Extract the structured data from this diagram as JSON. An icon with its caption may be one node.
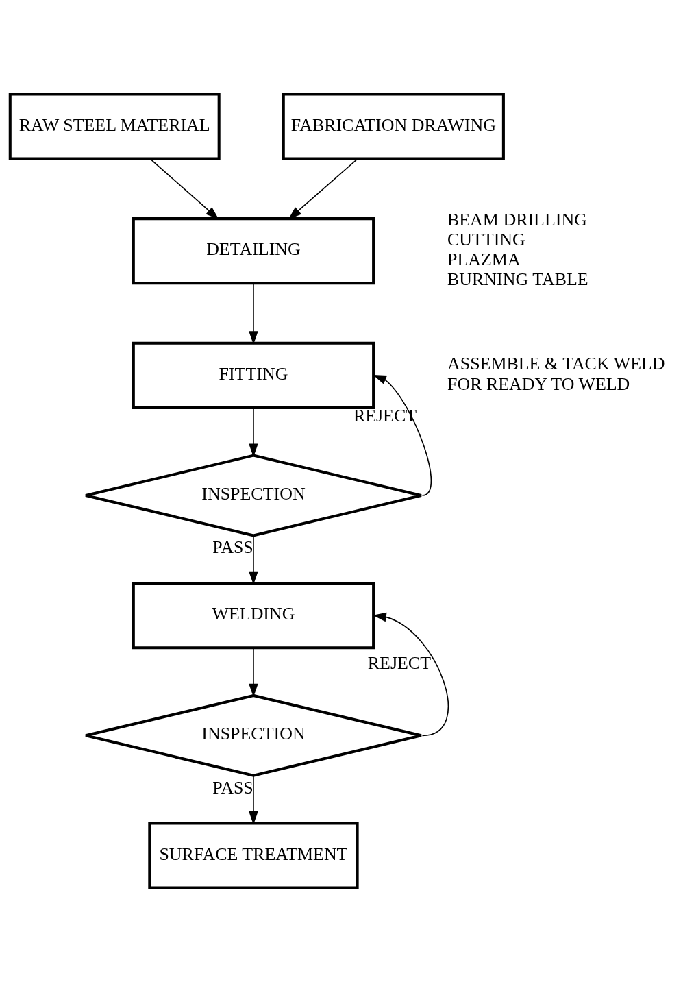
{
  "diagram": {
    "nodes": [
      {
        "text": [
          "RAW STEEL MATERIAL"
        ]
      },
      {
        "text": [
          "FABRICATION DRAWING"
        ]
      },
      {
        "text": [
          "DETAILING"
        ],
        "beside": [
          "BEAM DRILLING",
          "CUTTING",
          "PLAZMA",
          "BURNING TABLE"
        ]
      },
      {
        "text": [
          "FITTING"
        ],
        "beside": [
          "ASSEMBLE & TACK WELD FOR READY TO WELD"
        ]
      },
      {
        "text": [
          "INSPECTION"
        ]
      },
      {
        "text": [
          "WELDING"
        ]
      },
      {
        "text": [
          "INSPECTION"
        ]
      },
      {
        "text": [
          "SURFACE TREATMENT"
        ]
      }
    ],
    "edges": [
      {
        "from": 0,
        "to": 2,
        "arrow": "to"
      },
      {
        "from": 1,
        "to": 2,
        "arrow": "to"
      },
      {
        "from": 2,
        "to": 3,
        "arrow": "to"
      },
      {
        "from": 3,
        "to": 4,
        "arrow": "to"
      },
      {
        "from": 4,
        "to": 3,
        "arrow": "to",
        "label": "REJECT"
      },
      {
        "from": 4,
        "to": 5,
        "arrow": "to",
        "label": "PASS"
      },
      {
        "from": 5,
        "to": 6,
        "arrow": "to"
      },
      {
        "from": 6,
        "to": 5,
        "arrow": "to",
        "label": "REJECT"
      },
      {
        "from": 6,
        "to": 7,
        "arrow": "to",
        "label": "PASS"
      }
    ]
  }
}
